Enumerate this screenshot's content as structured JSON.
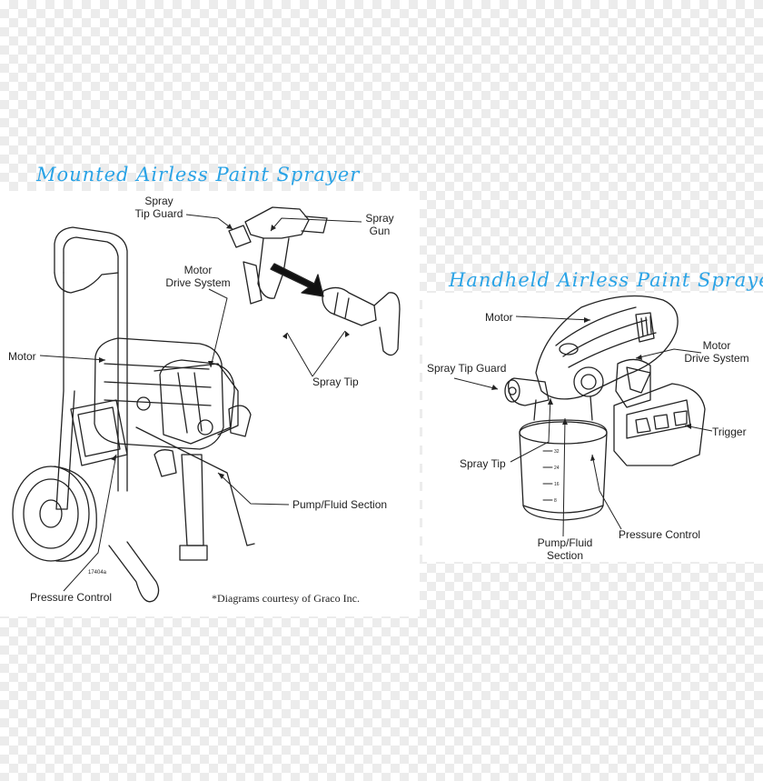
{
  "mounted": {
    "title": "Mounted Airless Paint Sprayer",
    "labels": {
      "spray_tip_guard": "Spray\nTip Guard",
      "spray_gun": "Spray\nGun",
      "motor_drive_system": "Motor\nDrive System",
      "motor": "Motor",
      "spray_tip": "Spray Tip",
      "pump_fluid_section": "Pump/Fluid Section",
      "pressure_control": "Pressure Control",
      "part_number": "17404a"
    },
    "credit": "*Diagrams courtesy of Graco Inc."
  },
  "handheld": {
    "title": "Handheld Airless Paint Sprayer",
    "labels": {
      "motor": "Motor",
      "motor_drive_system": "Motor\nDrive System",
      "spray_tip_guard": "Spray Tip Guard",
      "trigger": "Trigger",
      "spray_tip": "Spray Tip",
      "pressure_control": "Pressure Control",
      "pump_fluid_section": "Pump/Fluid\nSection"
    }
  },
  "colors": {
    "title": "#2aa3e6",
    "line": "#222222",
    "background": "#ffffff"
  }
}
